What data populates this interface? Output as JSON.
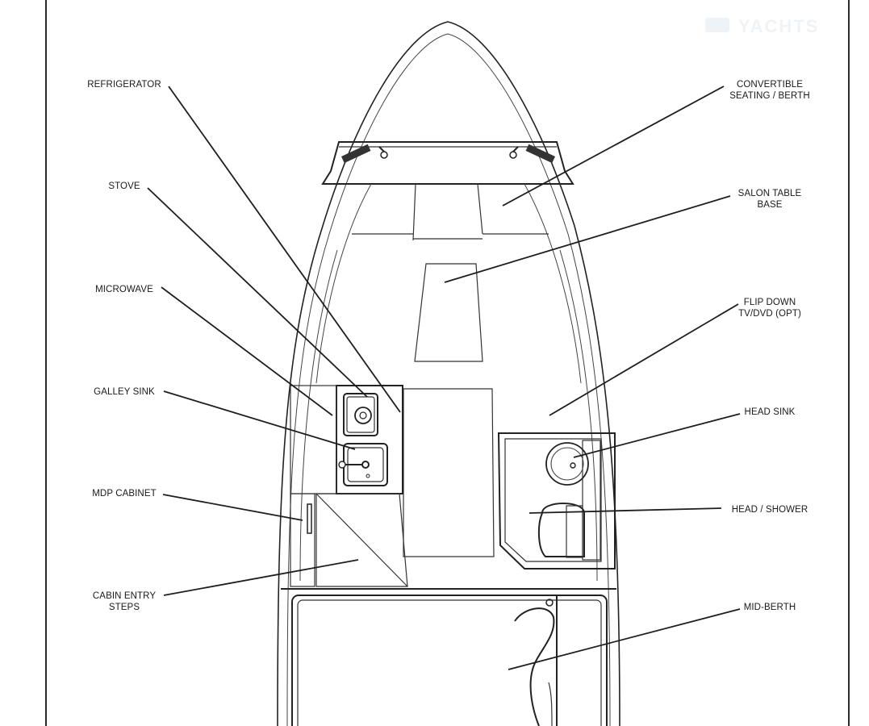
{
  "watermark": {
    "text": "YACHTS"
  },
  "labels": {
    "refrigerator": "REFRIGERATOR",
    "stove": "STOVE",
    "microwave": "MICROWAVE",
    "galley_sink": "GALLEY SINK",
    "mdp_cabinet": "MDP CABINET",
    "cabin_entry_steps": [
      "CABIN ENTRY",
      "STEPS"
    ],
    "convertible_seating": [
      "CONVERTIBLE",
      "SEATING / BERTH"
    ],
    "salon_table_base": [
      "SALON TABLE",
      "BASE"
    ],
    "flip_down_tv": [
      "FLIP DOWN",
      "TV/DVD (OPT)"
    ],
    "head_sink": "HEAD SINK",
    "head_shower": "HEAD / SHOWER",
    "mid_berth": "MID-BERTH"
  }
}
